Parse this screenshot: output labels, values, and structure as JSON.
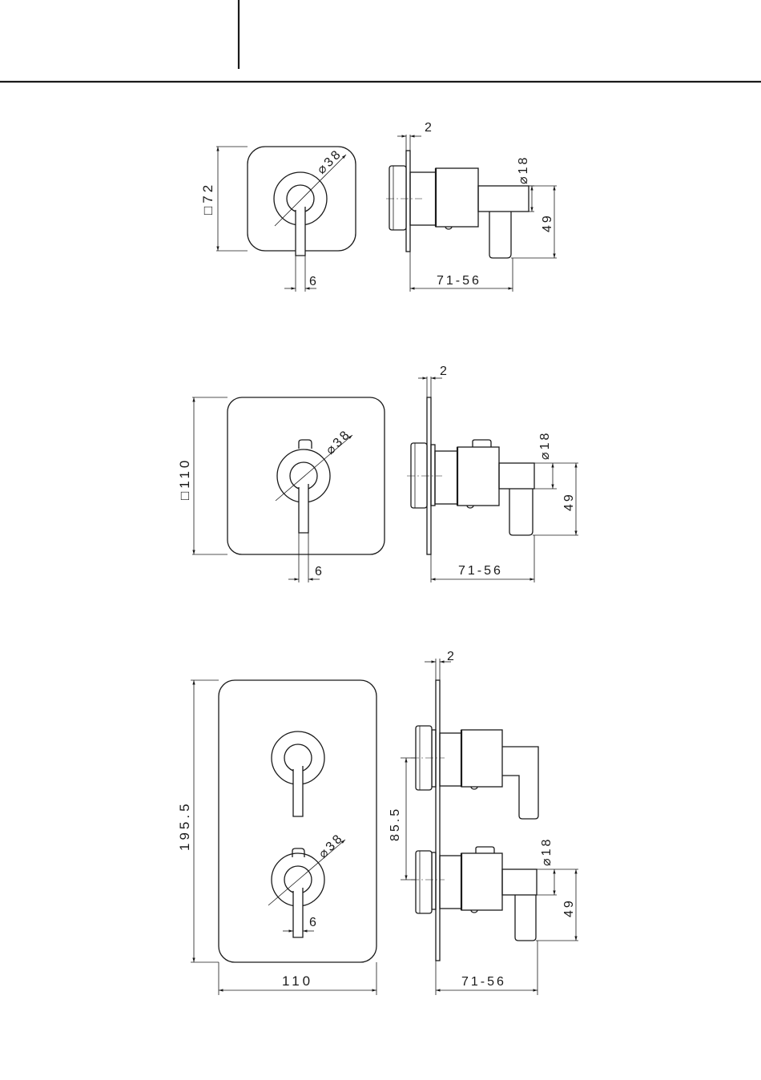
{
  "drawings": [
    {
      "id": "small-plate",
      "front": {
        "plate_size": "□72",
        "knob_diameter": "⌀38",
        "lever_width": "6"
      },
      "side": {
        "plate_thickness": "2",
        "pipe_diameter": "⌀18",
        "height": "49",
        "depth": "71-56"
      }
    },
    {
      "id": "medium-plate",
      "front": {
        "plate_size": "□110",
        "knob_diameter": "⌀38",
        "lever_width": "6"
      },
      "side": {
        "plate_thickness": "2",
        "pipe_diameter": "⌀18",
        "height": "49",
        "depth": "71-56"
      }
    },
    {
      "id": "tall-plate",
      "front": {
        "plate_height": "195.5",
        "plate_width": "110",
        "knob_diameter": "⌀38",
        "lever_width": "6"
      },
      "side": {
        "plate_thickness": "2",
        "spacing": "85.5",
        "pipe_diameter": "⌀18",
        "height": "49",
        "depth": "71-56"
      }
    }
  ]
}
